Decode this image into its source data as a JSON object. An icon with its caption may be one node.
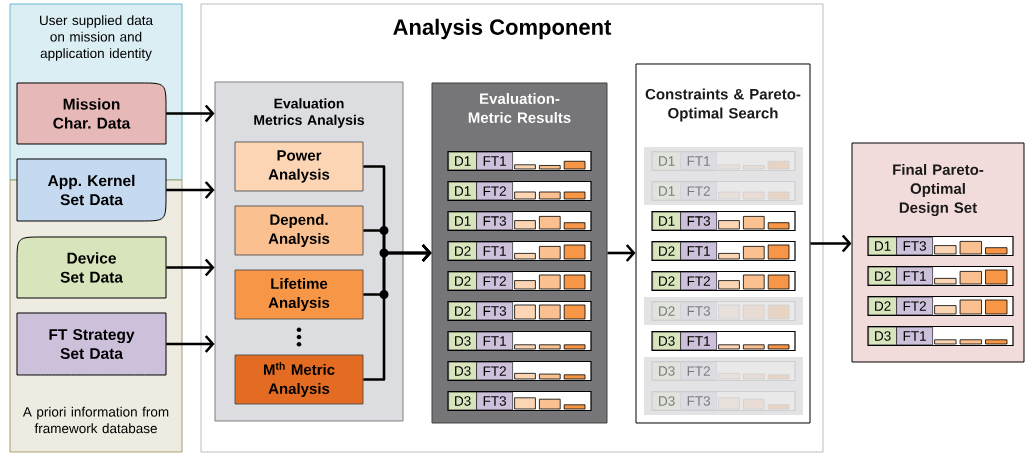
{
  "diagram": {
    "nodes": [
      {
        "text": [
          "User supplied data on mission and application identity"
        ]
      },
      {
        "text": [
          "A priori information from framework database"
        ]
      },
      {
        "text": [
          "Mission Char. Data"
        ],
        "in": 0
      },
      {
        "text": [
          "App. Kernel Set Data"
        ]
      },
      {
        "text": [
          "Device Set Data"
        ],
        "in": 1
      },
      {
        "text": [
          "FT Strategy Set Data"
        ],
        "in": 1
      },
      {
        "text": [
          "Analysis Component"
        ]
      },
      {
        "text": [
          "Evaluation Metrics Analysis"
        ],
        "in": 6
      },
      {
        "text": [
          "Power Analysis"
        ],
        "in": 7
      },
      {
        "text": [
          "Depend. Analysis"
        ],
        "in": 7
      },
      {
        "text": [
          "Lifetime Analysis"
        ],
        "in": 7
      },
      {
        "text": [
          "M$^{th}$ Metric Analysis"
        ],
        "in": 7
      },
      {
        "text": [
          "Evaluation-Metric Results"
        ],
        "in": 6
      },
      {
        "text": [
          "D1",
          "FT1"
        ],
        "in": 12
      },
      {
        "text": [
          "D1",
          "FT2"
        ],
        "in": 12
      },
      {
        "text": [
          "D1",
          "FT3"
        ],
        "in": 12
      },
      {
        "text": [
          "D2",
          "FT1"
        ],
        "in": 12
      },
      {
        "text": [
          "D2",
          "FT2"
        ],
        "in": 12
      },
      {
        "text": [
          "D2",
          "FT3"
        ],
        "in": 12
      },
      {
        "text": [
          "D3",
          "FT1"
        ],
        "in": 12
      },
      {
        "text": [
          "D3",
          "FT2"
        ],
        "in": 12
      },
      {
        "text": [
          "D3",
          "FT3"
        ],
        "in": 12
      },
      {
        "text": [
          "Constraints & Pareto-Optimal Search"
        ],
        "in": 6
      },
      {
        "text": [
          "D1",
          "FT1"
        ],
        "in": 22
      },
      {
        "text": [
          "D1",
          "FT2"
        ],
        "in": 22
      },
      {
        "text": [
          "D1",
          "FT3"
        ],
        "in": 22
      },
      {
        "text": [
          "D2",
          "FT1"
        ],
        "in": 22
      },
      {
        "text": [
          "D2",
          "FT2"
        ],
        "in": 22
      },
      {
        "text": [
          "D2",
          "FT3"
        ],
        "in": 22
      },
      {
        "text": [
          "D3",
          "FT1"
        ],
        "in": 22
      },
      {
        "text": [
          "D3",
          "FT2"
        ],
        "in": 22
      },
      {
        "text": [
          "D3",
          "FT3"
        ],
        "in": 22
      },
      {
        "text": [
          "Final Pareto-Optimal Design Set"
        ]
      },
      {
        "text": [
          "D1",
          "FT3"
        ],
        "in": 32
      },
      {
        "text": [
          "D2",
          "FT1"
        ],
        "in": 32
      },
      {
        "text": [
          "D2",
          "FT2"
        ],
        "in": 32
      },
      {
        "text": [
          "D3",
          "FT1"
        ],
        "in": 32
      }
    ],
    "edges": [
      {
        "from": 2,
        "to": 7,
        "arrow": "to"
      },
      {
        "from": 3,
        "to": 7,
        "arrow": "to"
      },
      {
        "from": 4,
        "to": 7,
        "arrow": "to"
      },
      {
        "from": 5,
        "to": 7,
        "arrow": "to"
      },
      {
        "from": 8,
        "to": 12,
        "arrow": "to"
      },
      {
        "from": 9,
        "to": 12,
        "arrow": "to"
      },
      {
        "from": 10,
        "to": 12,
        "arrow": "to"
      },
      {
        "from": 11,
        "to": 12,
        "arrow": "to"
      },
      {
        "from": 12,
        "to": 22,
        "arrow": "to"
      },
      {
        "from": 22,
        "to": 32,
        "arrow": "to"
      }
    ]
  }
}
